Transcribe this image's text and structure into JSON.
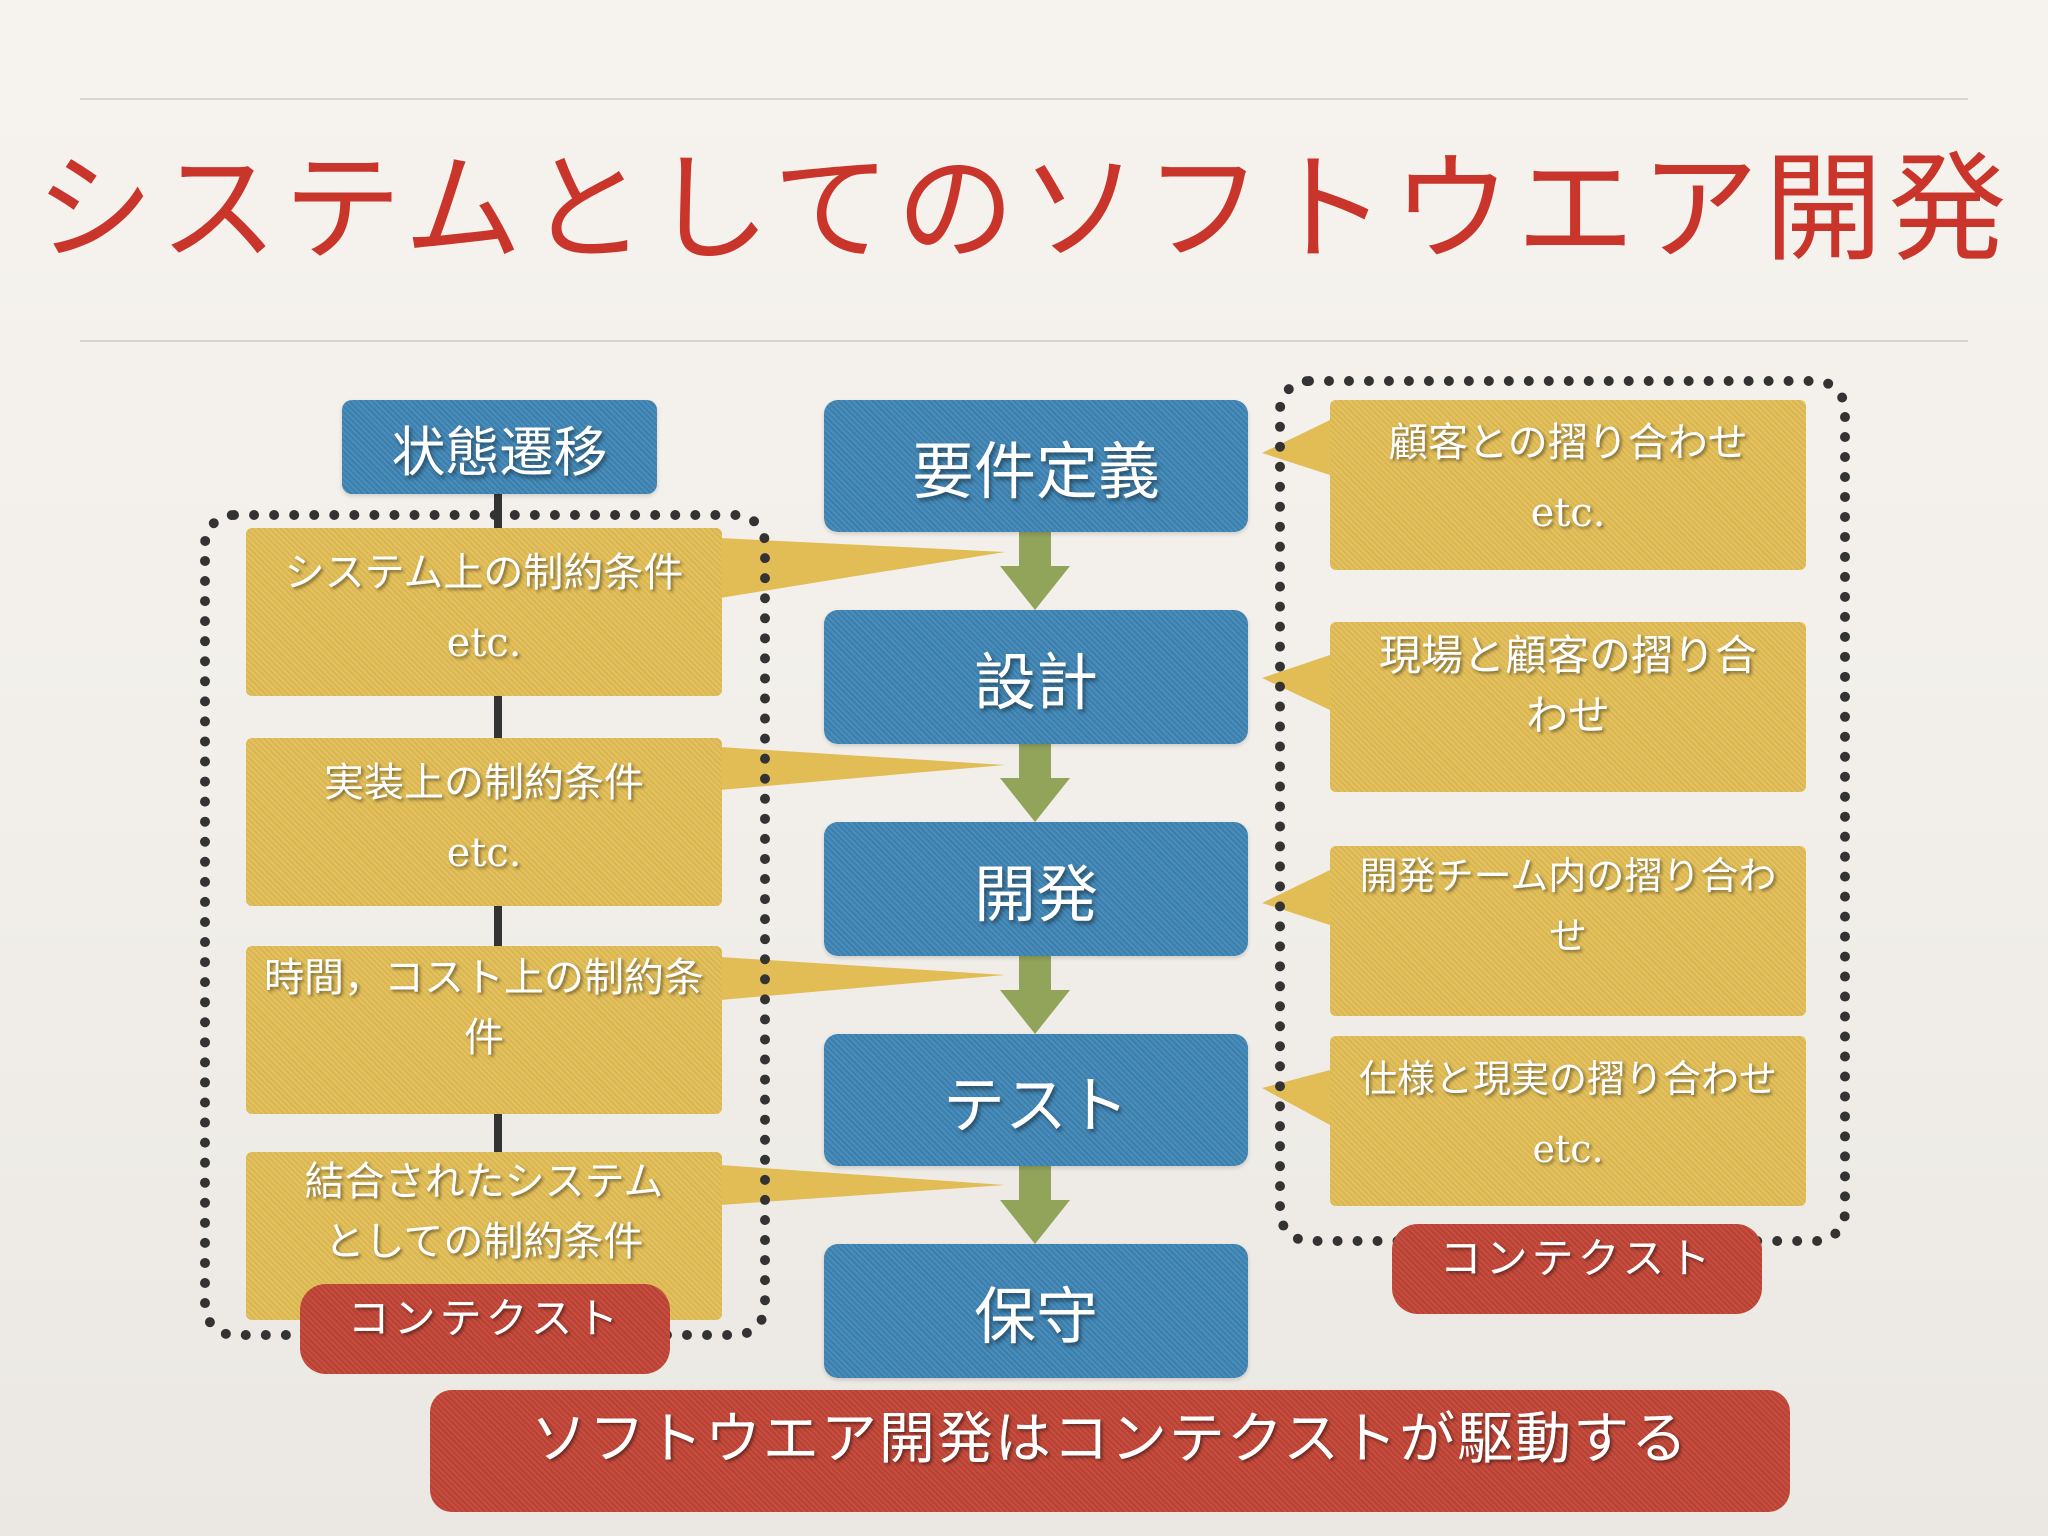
{
  "title": "システムとしてのソフトウエア開発",
  "left": {
    "header": "状態遷移",
    "constraints": [
      {
        "line1": "システム上の制約条件",
        "line2": "etc."
      },
      {
        "line1": "実装上の制約条件",
        "line2": "etc."
      },
      {
        "line1": "時間，コスト上の制約条",
        "line2": "件"
      },
      {
        "line1": "結合されたシステム",
        "line2": "としての制約条件"
      }
    ],
    "context_label": "コンテクスト"
  },
  "center": {
    "steps": [
      "要件定義",
      "設計",
      "開発",
      "テスト",
      "保守"
    ]
  },
  "right": {
    "items": [
      {
        "line1": "顧客との摺り合わせ",
        "line2": "etc."
      },
      {
        "line1": "現場と顧客の摺り合",
        "line2": "わせ"
      },
      {
        "line1": "開発チーム内の摺り合わ",
        "line2": "せ"
      },
      {
        "line1": "仕様と現実の摺り合わせ",
        "line2": "etc."
      }
    ],
    "context_label": "コンテクスト"
  },
  "footer": "ソフトウエア開発はコンテクストが駆動する",
  "colors": {
    "title": "#c9352b",
    "step_box": "#3f86b6",
    "note_box": "#e2bd55",
    "label_box": "#c24536",
    "arrow": "#92a35a"
  }
}
